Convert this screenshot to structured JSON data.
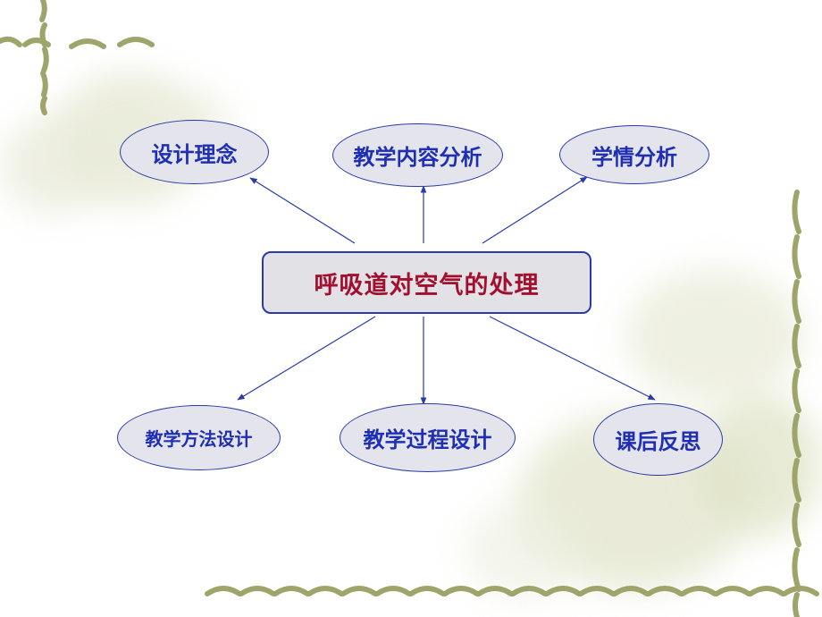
{
  "slide": {
    "central_topic": "呼吸道对空气的处理",
    "colors": {
      "central_text": "#a3102f",
      "node_text": "#1f2fb3",
      "node_border": "#2a3aa8",
      "node_fill": "#e4e4ec",
      "arrow": "#2a3aa8",
      "decor_vine": "#9ea46a"
    },
    "nodes": [
      {
        "label": "设计理念",
        "position": "top-left"
      },
      {
        "label": "教学内容分析",
        "position": "top-center"
      },
      {
        "label": "学情分析",
        "position": "top-right"
      },
      {
        "label": "教学方法设计",
        "position": "bottom-left"
      },
      {
        "label": "教学过程设计",
        "position": "bottom-center"
      },
      {
        "label": "课后反思",
        "position": "bottom-right"
      }
    ]
  }
}
